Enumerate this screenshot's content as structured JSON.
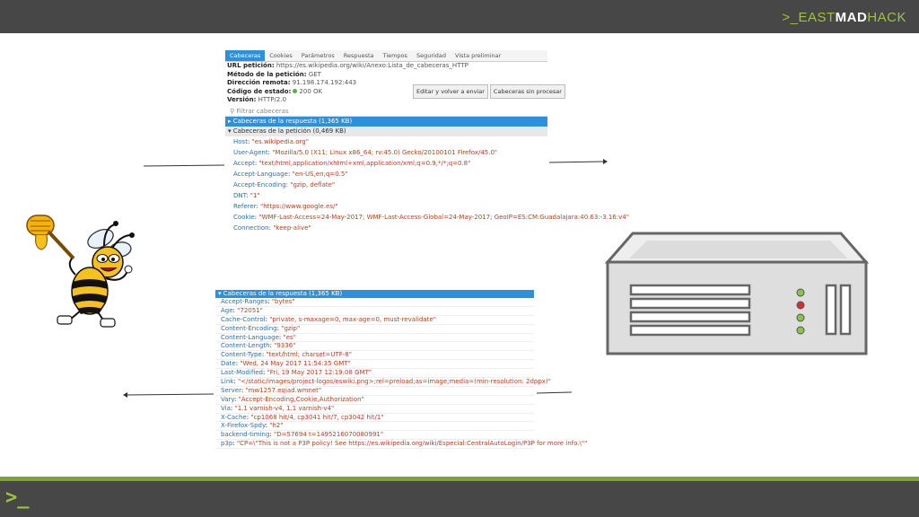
{
  "logo": {
    "prefix": ">_EAST",
    "mad": "MAD",
    "suffix": "HACK"
  },
  "footer": {
    "prompt": ">_"
  },
  "request_panel": {
    "tabs": [
      "Cabeceras",
      "Cookies",
      "Parámetros",
      "Respuesta",
      "Tiempos",
      "Seguridad",
      "Vista preliminar"
    ],
    "summary": [
      {
        "label": "URL petición:",
        "value": "https://es.wikipedia.org/wiki/Anexo:Lista_de_cabeceras_HTTP"
      },
      {
        "label": "Método de la petición:",
        "value": "GET"
      },
      {
        "label": "Dirección remota:",
        "value": "91.198.174.192:443"
      },
      {
        "label": "Código de estado:",
        "value": "200 OK"
      },
      {
        "label": "Versión:",
        "value": "HTTP/2.0"
      }
    ],
    "buttons": [
      "Editar y volver a enviar",
      "Cabeceras sin procesar"
    ],
    "filter_placeholder": "Filtrar cabeceras",
    "response_headers_section": "Cabeceras de la respuesta (1,365 KB)",
    "request_headers_section": "Cabeceras de la petición (0,469 KB)",
    "headers": [
      {
        "key": "Host",
        "value": "\"es.wikipedia.org\""
      },
      {
        "key": "User-Agent",
        "value": "\"Mozilla/5.0 (X11; Linux x86_64; rv:45.0) Gecko/20100101 Firefox/45.0\""
      },
      {
        "key": "Accept",
        "value": "\"text/html,application/xhtml+xml,application/xml;q=0.9,*/*;q=0.8\""
      },
      {
        "key": "Accept-Language",
        "value": "\"en-US,en;q=0.5\""
      },
      {
        "key": "Accept-Encoding",
        "value": "\"gzip, deflate\""
      },
      {
        "key": "DNT",
        "value": "\"1\""
      },
      {
        "key": "Referer",
        "value": "\"https://www.google.es/\""
      },
      {
        "key": "Cookie",
        "value": "\"WMF-Last-Access=24-May-2017; WMF-Last-Access-Global=24-May-2017; GeoIP=ES:CM:Guadalajara:40.63:-3.16:v4\""
      },
      {
        "key": "Connection",
        "value": "\"keep-alive\""
      }
    ]
  },
  "response_panel": {
    "section": "Cabeceras de la respuesta (1,365 KB)",
    "headers": [
      {
        "key": "Accept-Ranges",
        "value": "\"bytes\""
      },
      {
        "key": "Age",
        "value": "\"72051\""
      },
      {
        "key": "Cache-Control",
        "value": "\"private, s-maxage=0, max-age=0, must-revalidate\""
      },
      {
        "key": "Content-Encoding",
        "value": "\"gzip\""
      },
      {
        "key": "Content-Language",
        "value": "\"es\""
      },
      {
        "key": "Content-Length",
        "value": "\"9336\""
      },
      {
        "key": "Content-Type",
        "value": "\"text/html; charset=UTF-8\""
      },
      {
        "key": "Date",
        "value": "\"Wed, 24 May 2017 11:54:35 GMT\""
      },
      {
        "key": "Last-Modified",
        "value": "\"Fri, 19 May 2017 12:19:08 GMT\""
      },
      {
        "key": "Link",
        "value": "\"</static/images/project-logos/eswiki.png>;rel=preload;as=image;media=(min-resolution: 2dppx)\""
      },
      {
        "key": "Server",
        "value": "\"mw1257.eqiad.wmnet\""
      },
      {
        "key": "Vary",
        "value": "\"Accept-Encoding,Cookie,Authorization\""
      },
      {
        "key": "Via",
        "value": "\"1.1 varnish-v4, 1.1 varnish-v4\""
      },
      {
        "key": "X-Cache",
        "value": "\"cp1068 hit/4, cp3041 hit/7, cp3042 hit/1\""
      },
      {
        "key": "X-Firefox-Spdy",
        "value": "\"h2\""
      },
      {
        "key": "backend-timing",
        "value": "\"D=57694 t=1495216070080991\""
      },
      {
        "key": "p3p",
        "value": "\"CP=\\\"This is not a P3P policy! See https://es.wikipedia.org/wiki/Especial:CentralAutoLogin/P3P for more info.\\\"\""
      }
    ]
  }
}
